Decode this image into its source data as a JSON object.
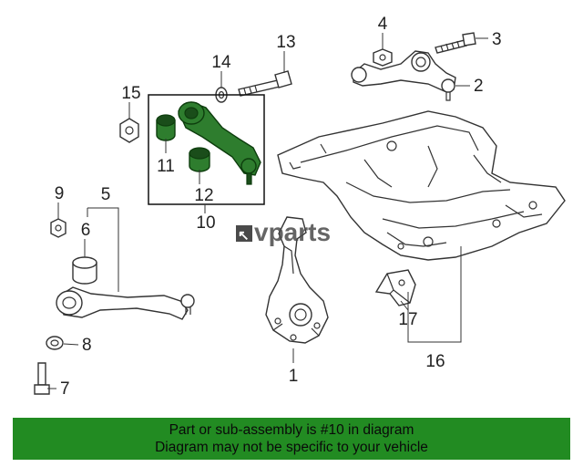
{
  "watermark": {
    "prefix": "↖",
    "text": "vparts"
  },
  "callouts": {
    "c1": "1",
    "c2": "2",
    "c3": "3",
    "c4": "4",
    "c5": "5",
    "c6": "6",
    "c7": "7",
    "c8": "8",
    "c9": "9",
    "c10": "10",
    "c11": "11",
    "c12": "12",
    "c13": "13",
    "c14": "14",
    "c15": "15",
    "c16": "16",
    "c17": "17"
  },
  "banner": {
    "line1": "Part or sub-assembly is #10 in diagram",
    "line2": "Diagram may not be specific to your vehicle"
  },
  "colors": {
    "highlight": "#2e7d2e",
    "banner": "#228b22"
  }
}
